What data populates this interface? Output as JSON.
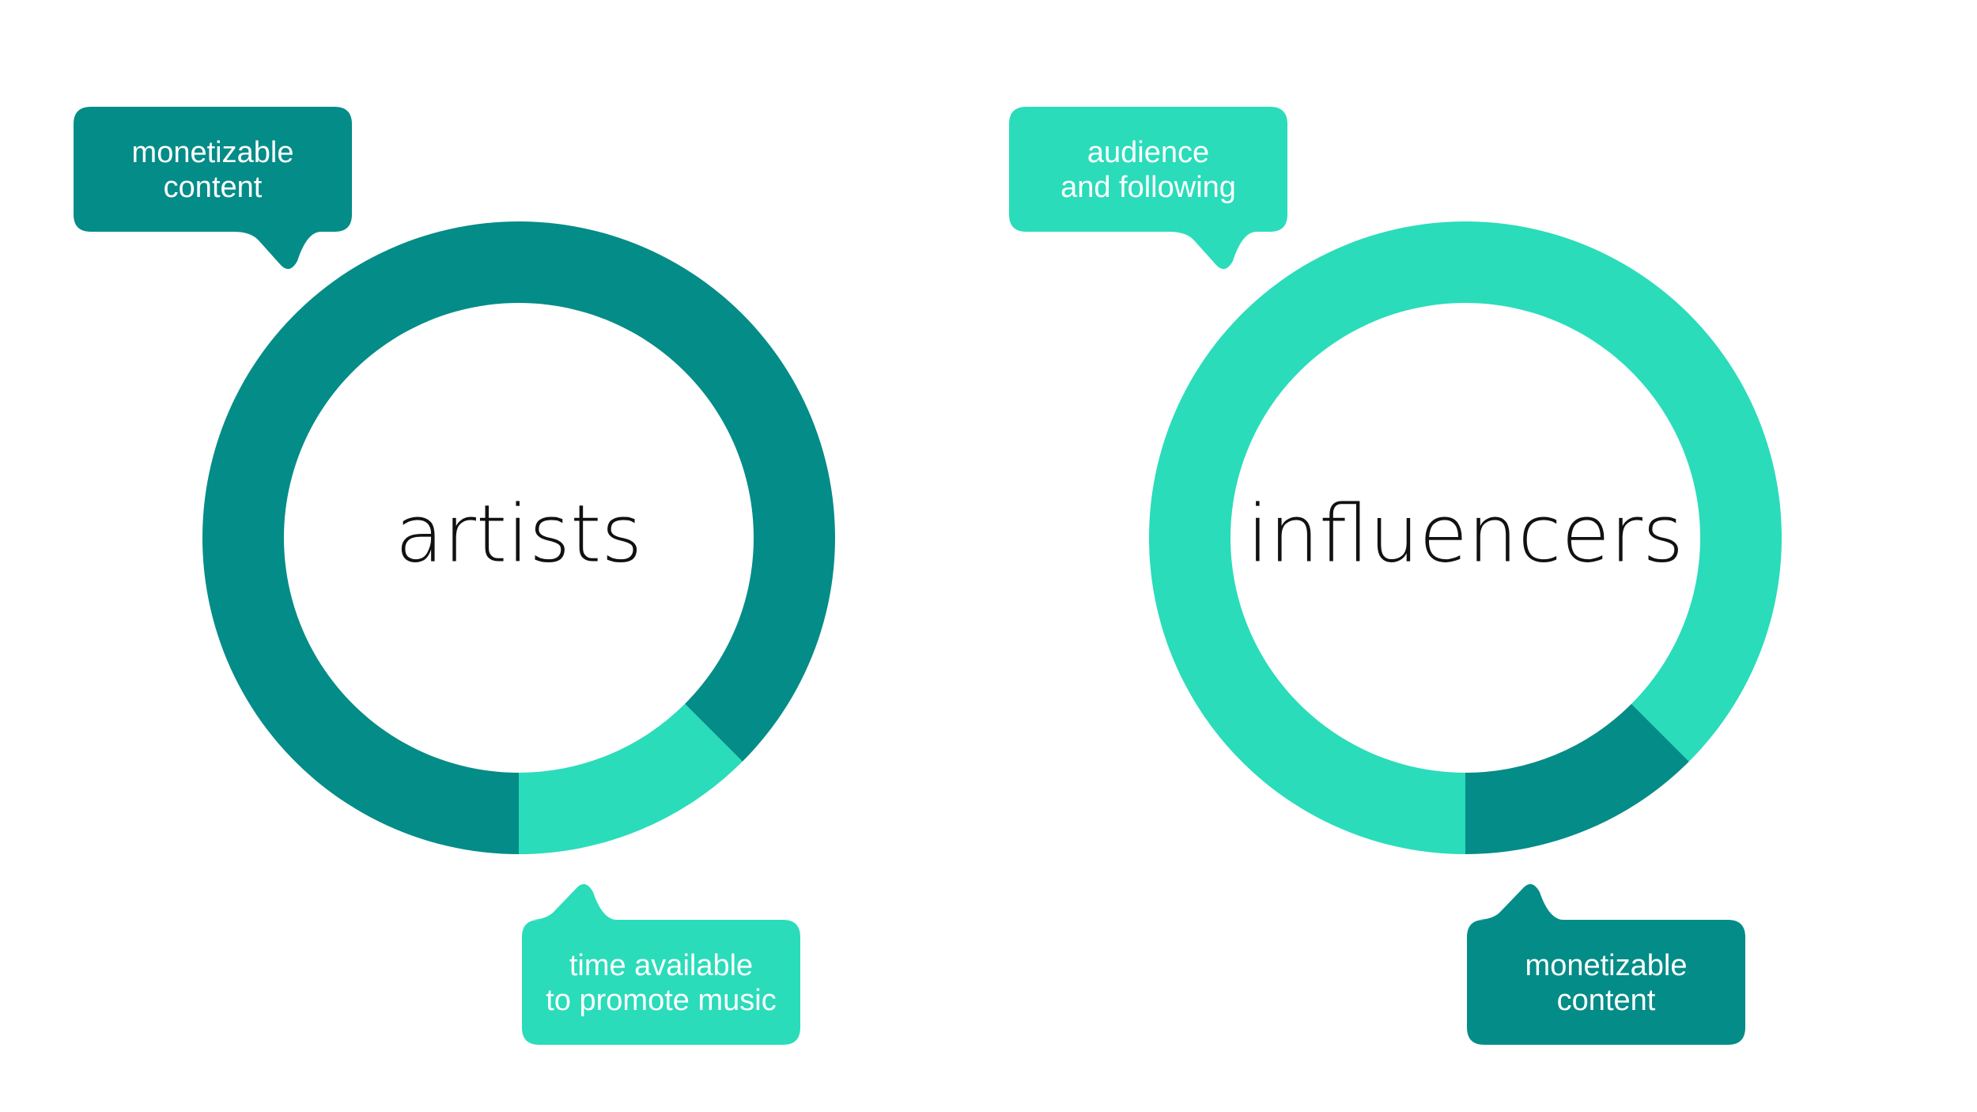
{
  "colors": {
    "dark_teal": "#048c88",
    "light_teal": "#2adcba",
    "background": "#ffffff",
    "center_text": "#111111"
  },
  "chart_data": [
    {
      "type": "pie",
      "variant": "donut",
      "center_label": "artists",
      "series": [
        {
          "name": "monetizable content",
          "value": 87.5,
          "color": "#048c88"
        },
        {
          "name": "time available to promote music",
          "value": 12.5,
          "color": "#2adcba"
        }
      ],
      "callouts": [
        {
          "lines": [
            "monetizable",
            "content"
          ],
          "color": "#048c88",
          "placement": "top-left"
        },
        {
          "lines": [
            "time available",
            "to promote music"
          ],
          "color": "#2adcba",
          "placement": "bottom-right"
        }
      ]
    },
    {
      "type": "pie",
      "variant": "donut",
      "center_label": "influencers",
      "series": [
        {
          "name": "audience and following",
          "value": 87.5,
          "color": "#2adcba"
        },
        {
          "name": "monetizable content",
          "value": 12.5,
          "color": "#048c88"
        }
      ],
      "callouts": [
        {
          "lines": [
            "audience",
            "and following"
          ],
          "color": "#2adcba",
          "placement": "top-left"
        },
        {
          "lines": [
            "monetizable",
            "content"
          ],
          "color": "#048c88",
          "placement": "bottom-right"
        }
      ]
    }
  ]
}
